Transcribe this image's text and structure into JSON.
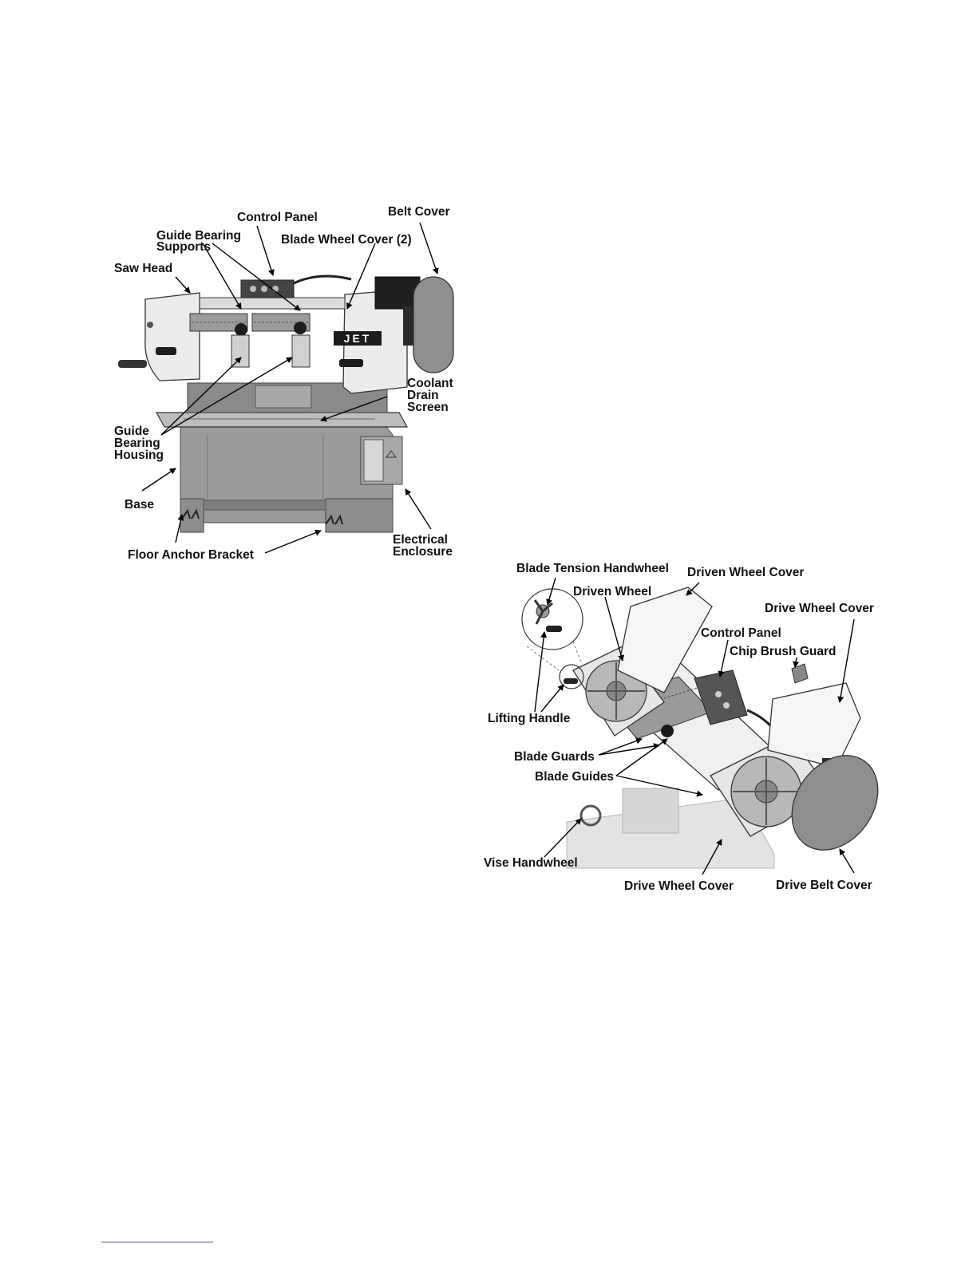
{
  "figure1": {
    "labels": {
      "control_panel": "Control Panel",
      "belt_cover": "Belt Cover",
      "guide_bearing_supports_1": "Guide Bearing",
      "guide_bearing_supports_2": "Supports",
      "blade_wheel_cover": "Blade Wheel Cover (2)",
      "saw_head": "Saw Head",
      "coolant_1": "Coolant",
      "coolant_2": "Drain",
      "coolant_3": "Screen",
      "guide_bearing_housing_1": "Guide",
      "guide_bearing_housing_2": "Bearing",
      "guide_bearing_housing_3": "Housing",
      "base": "Base",
      "electrical_1": "Electrical",
      "electrical_2": "Enclosure",
      "floor_anchor": "Floor Anchor Bracket"
    },
    "logo_text": "JET"
  },
  "figure2": {
    "labels": {
      "blade_tension_handwheel": "Blade Tension Handwheel",
      "driven_wheel_cover": "Driven Wheel Cover",
      "driven_wheel": "Driven Wheel",
      "drive_wheel_cover_top": "Drive Wheel Cover",
      "control_panel": "Control Panel",
      "chip_brush_guard": "Chip Brush Guard",
      "lifting_handle": "Lifting Handle",
      "blade_guards": "Blade Guards",
      "blade_guides": "Blade Guides",
      "vise_handwheel": "Vise Handwheel",
      "drive_wheel_cover_bottom": "Drive Wheel Cover",
      "drive_belt_cover": "Drive Belt Cover"
    }
  }
}
